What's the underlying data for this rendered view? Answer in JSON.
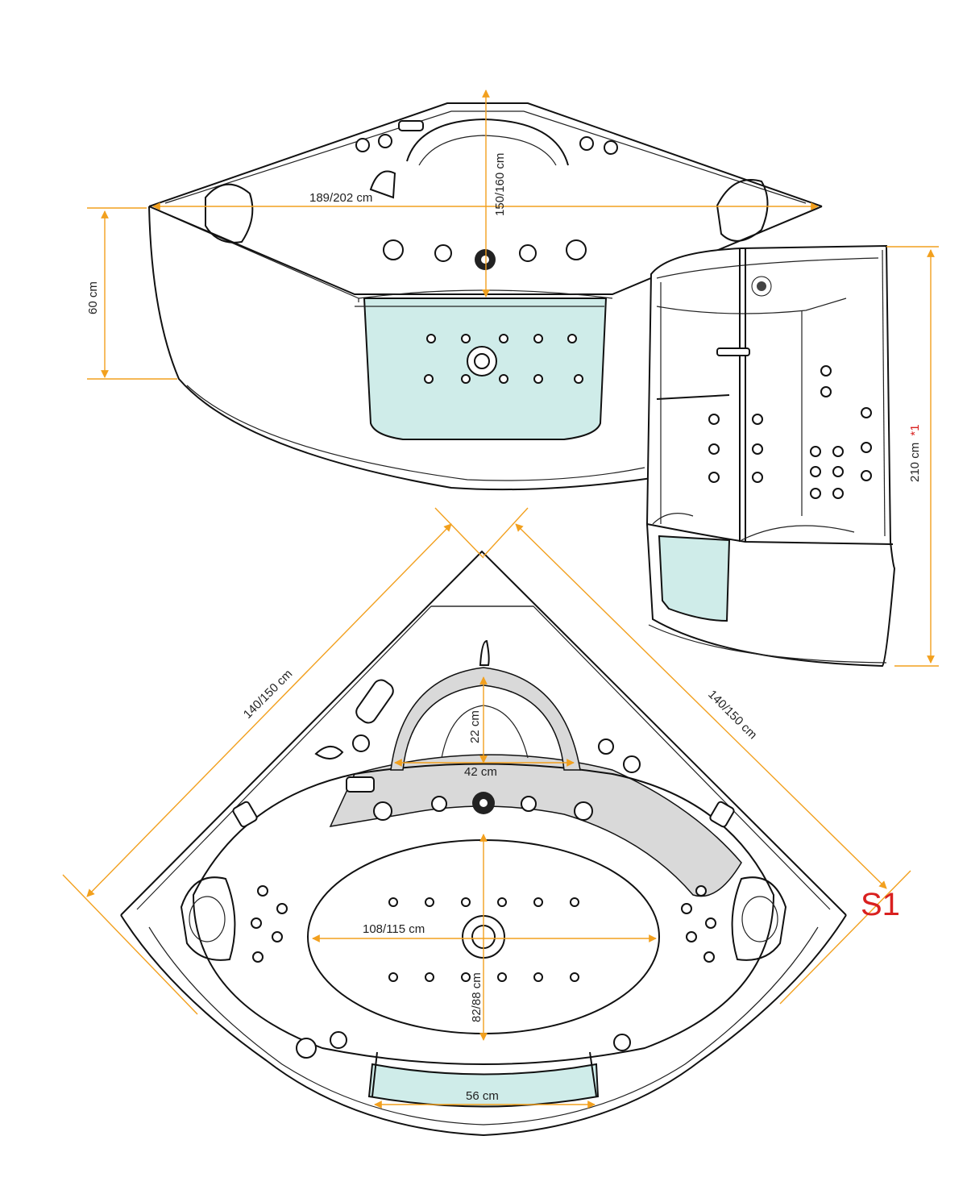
{
  "colors": {
    "dimension": "#f2a01e",
    "outline": "#111111",
    "water": "#cfece9",
    "note": "#d9201f",
    "seat": "#d9d9d9"
  },
  "dimensions": {
    "front_width": "189/202 cm",
    "front_depth": "150/160 cm",
    "front_height": "60 cm",
    "cabin_height": "210 cm",
    "cabin_height_note": "*1",
    "side_left": "140/150 cm",
    "side_right": "140/150 cm",
    "headrest_depth": "22 cm",
    "headrest_width": "42 cm",
    "basin_length": "108/115 cm",
    "basin_width": "82/88 cm",
    "door_width": "56 cm"
  },
  "sheet_label": "S1"
}
